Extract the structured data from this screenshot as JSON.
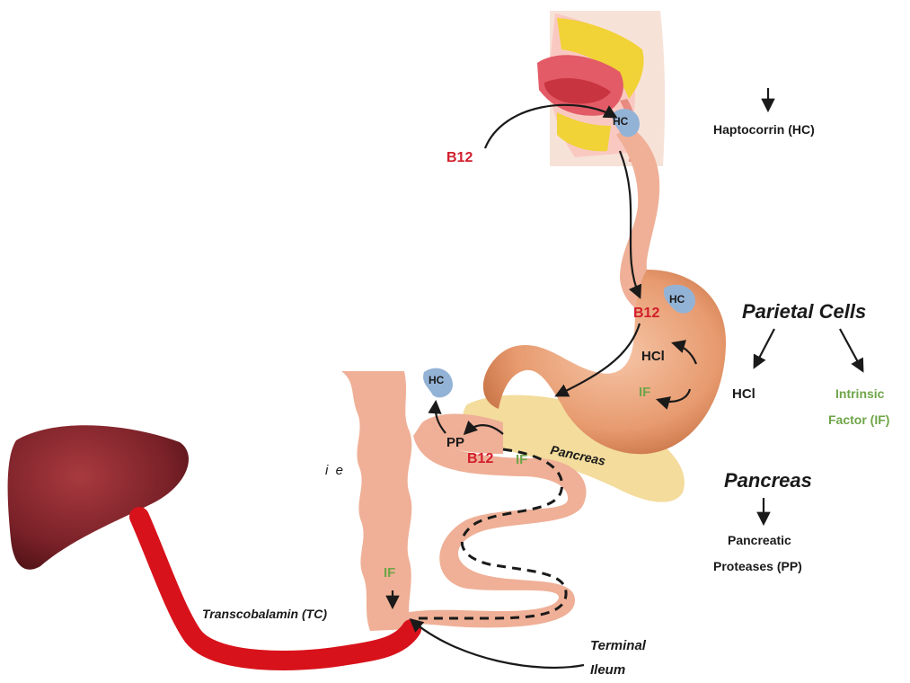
{
  "labels": {
    "b12_mouth": "B12",
    "hc_mouth": "HC",
    "haptocorrin": "Haptocorrin (HC)",
    "hc_stomach": "HC",
    "b12_stomach": "B12",
    "hcl_stomach": "HCl",
    "if_stomach": "IF",
    "parietal_cells": "Parietal Cells",
    "hcl_right": "HCl",
    "intrinsic_line1": "Intrinsic",
    "intrinsic_line2": "Factor (IF)",
    "hc_free": "HC",
    "pp": "PP",
    "b12_duodenum": "B12",
    "if_duodenum": "IF",
    "pancreas_organ": "Pancreas",
    "pancreas_heading": "Pancreas",
    "pancreatic_line1": "Pancreatic",
    "pancreatic_line2": "Proteases (PP)",
    "ie": "i  e",
    "if_ileum": "IF",
    "transcobalamin": "Transcobalamin (TC)",
    "terminal_line1": "Terminal",
    "terminal_line2": "Ileum"
  },
  "colors": {
    "b12_red": "#d21e2b",
    "if_green": "#6fa548",
    "hc_blue": "#93b3d6",
    "text_dark": "#1a1a1a",
    "tissue": "#efb097",
    "pancreas": "#f3dc9c",
    "liver": "#7a2128",
    "vessel": "#d8121b"
  }
}
